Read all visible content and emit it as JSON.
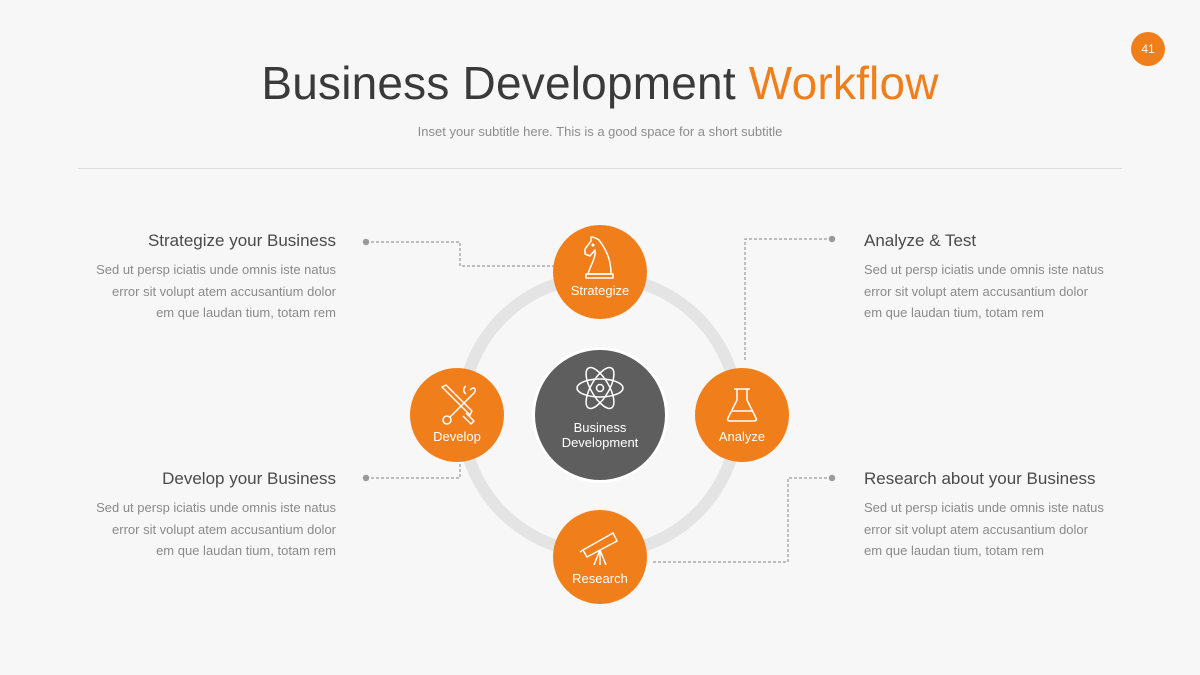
{
  "page_number": "41",
  "title": {
    "main": "Business Development",
    "accent": "Workflow"
  },
  "subtitle": "Inset your subtitle here. This is a good space for a short subtitle",
  "center": {
    "line1": "Business",
    "line2": "Development",
    "icon": "atom-icon"
  },
  "nodes": [
    {
      "label": "Strategize",
      "icon": "chess-knight-icon"
    },
    {
      "label": "Analyze",
      "icon": "flask-icon"
    },
    {
      "label": "Research",
      "icon": "telescope-icon"
    },
    {
      "label": "Develop",
      "icon": "tools-icon"
    }
  ],
  "blocks": [
    {
      "heading": "Strategize your Business",
      "lines": [
        "Sed ut persp iciatis unde omnis iste natus",
        "error sit volupt atem accusantium dolor",
        "em que laudan tium, totam rem"
      ]
    },
    {
      "heading": "Analyze & Test",
      "lines": [
        "Sed ut persp iciatis unde omnis iste natus",
        "error sit volupt atem accusantium dolor",
        "em que laudan tium, totam rem"
      ]
    },
    {
      "heading": "Develop your Business",
      "lines": [
        "Sed ut persp iciatis unde omnis iste natus",
        "error sit volupt atem accusantium dolor",
        "em que laudan tium, totam rem"
      ]
    },
    {
      "heading": "Research about your Business",
      "lines": [
        "Sed ut persp iciatis unde omnis iste natus",
        "error sit volupt atem accusantium dolor",
        "em que laudan tium, totam rem"
      ]
    }
  ],
  "colors": {
    "accent": "#f07f1b",
    "center": "#5e5e5e",
    "ring": "#e4e4e4",
    "connector": "#9a9a9a"
  }
}
